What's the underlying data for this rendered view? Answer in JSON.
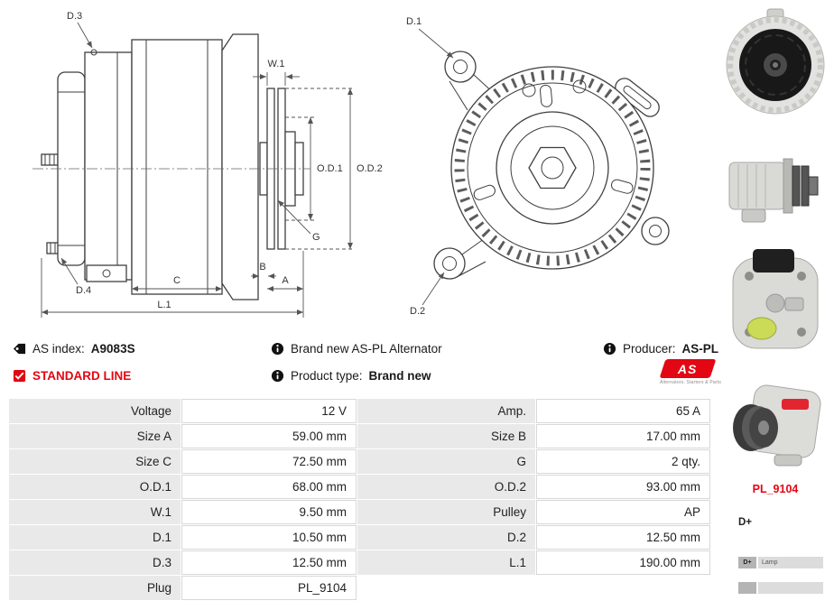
{
  "header": {
    "as_index_label": "AS index:",
    "as_index_value": "A9083S",
    "brand_text": "Brand new AS-PL Alternator",
    "producer_label": "Producer:",
    "producer_value": "AS-PL",
    "standard_line": "STANDARD LINE",
    "product_type_label": "Product type:",
    "product_type_value": "Brand new",
    "logo_text": "AS",
    "logo_tagline": "Alternators, Starters & Parts"
  },
  "diagram": {
    "side_view": {
      "d3": "D.3",
      "d4": "D.4",
      "w1": "W.1",
      "od1": "O.D.1",
      "od2": "O.D.2",
      "g": "G",
      "c": "C",
      "b": "B",
      "a": "A",
      "l1": "L.1"
    },
    "front_view": {
      "d1": "D.1",
      "d2": "D.2"
    }
  },
  "table": {
    "rows": [
      {
        "label1": "Voltage",
        "value1": "12 V",
        "label2": "Amp.",
        "value2": "65 A"
      },
      {
        "label1": "Size A",
        "value1": "59.00 mm",
        "label2": "Size B",
        "value2": "17.00 mm"
      },
      {
        "label1": "Size C",
        "value1": "72.50 mm",
        "label2": "G",
        "value2": "2 qty."
      },
      {
        "label1": "O.D.1",
        "value1": "68.00 mm",
        "label2": "O.D.2",
        "value2": "93.00 mm"
      },
      {
        "label1": "W.1",
        "value1": "9.50 mm",
        "label2": "Pulley",
        "value2": "AP"
      },
      {
        "label1": "D.1",
        "value1": "10.50 mm",
        "label2": "D.2",
        "value2": "12.50 mm"
      },
      {
        "label1": "D.3",
        "value1": "12.50 mm",
        "label2": "L.1",
        "value2": "190.00 mm"
      },
      {
        "label1": "Plug",
        "value1": "PL_9104",
        "label2": "",
        "value2": ""
      }
    ]
  },
  "sidebar": {
    "plug_code": "PL_9104",
    "terminal_label": "D+",
    "legend": [
      {
        "key": "D+",
        "label": "Lamp"
      },
      {
        "key": "",
        "label": ""
      }
    ]
  }
}
